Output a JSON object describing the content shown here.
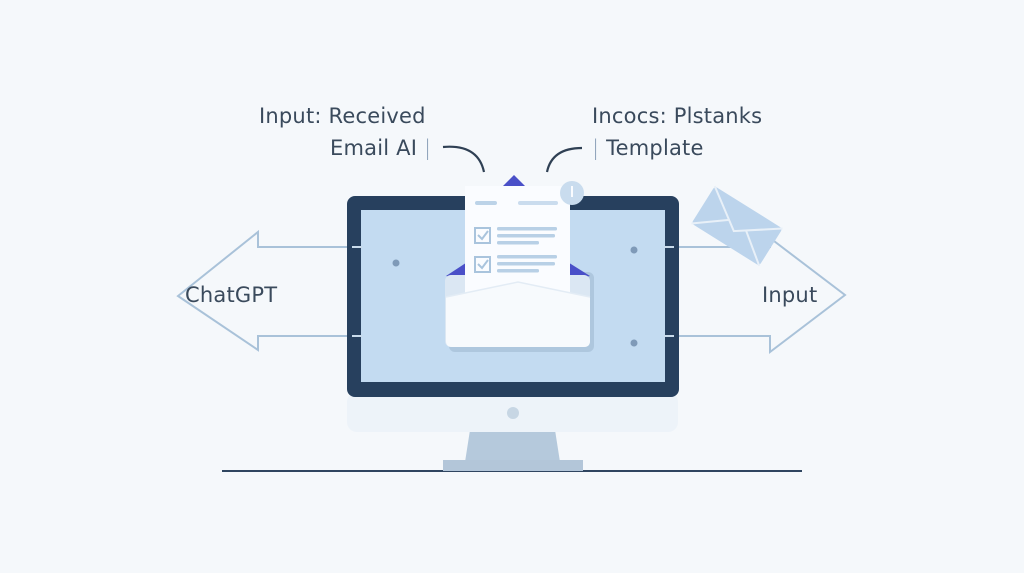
{
  "labels": {
    "top_left_line1": "Input: Received",
    "top_left_line2": "Email AI",
    "top_left_cursor": "|",
    "top_right_line1": "Incocs: Plstanks",
    "top_right_cursor": "|",
    "top_right_line2": "Template",
    "left_arrow": "ChatGPT",
    "right_arrow": "Input"
  },
  "icons": {
    "monitor": "desktop-monitor-icon",
    "envelope_open": "open-envelope-icon",
    "letter": "checklist-letter-icon",
    "notification": "alert-badge-icon",
    "floating_envelope": "envelope-icon",
    "left_arrow": "arrow-left-icon",
    "right_arrow": "arrow-right-icon"
  },
  "letter": {
    "checklist_items": [
      {
        "checked": true
      },
      {
        "checked": true
      }
    ]
  },
  "colors": {
    "background": "#f5f8fb",
    "monitor_frame": "#27405e",
    "screen": "#c3dbf1",
    "accent": "#4a50c8",
    "arrow_stroke": "#a8c2da",
    "text": "#3a4a5c"
  }
}
